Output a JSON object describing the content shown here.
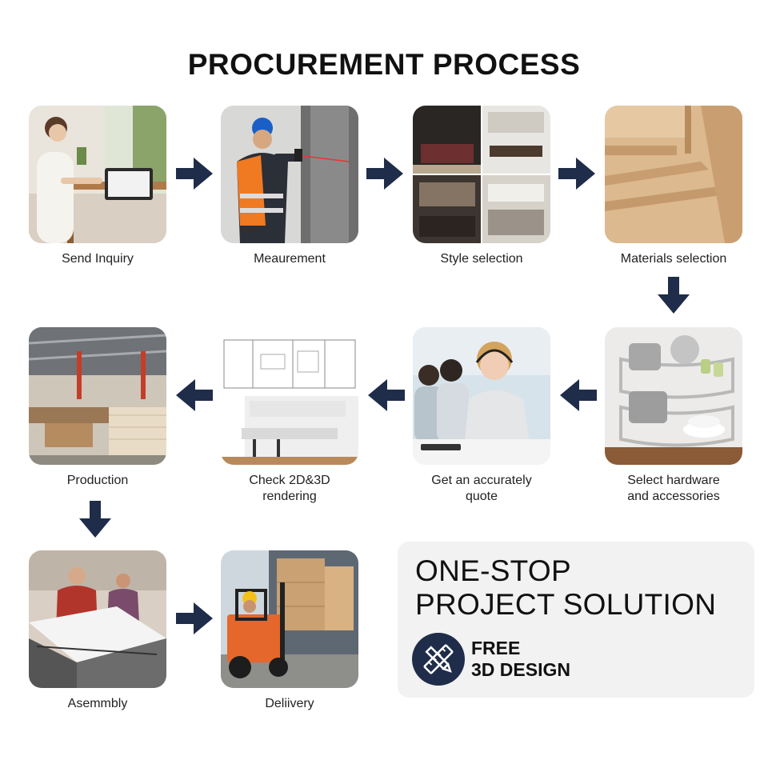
{
  "title": "PROCUREMENT PROCESS",
  "accent_color": "#1f2d4a",
  "steps": [
    {
      "label": "Send Inquiry",
      "icon": "laptop-woman-photo"
    },
    {
      "label": "Meaurement",
      "icon": "laser-measure-worker-photo"
    },
    {
      "label": "Style selection",
      "icon": "kitchen-styles-photo"
    },
    {
      "label": "Materials selection",
      "icon": "mdf-boards-photo"
    },
    {
      "label": "Select hardware\nand accessories",
      "icon": "kitchen-basket-photo"
    },
    {
      "label": "Get an accurately\nquote",
      "icon": "call-center-photo"
    },
    {
      "label": "Check 2D&3D\nrendering",
      "icon": "floorplan-render-photo"
    },
    {
      "label": "Production",
      "icon": "factory-photo"
    },
    {
      "label": "Asemmbly",
      "icon": "assembly-workers-photo"
    },
    {
      "label": "Deliivery",
      "icon": "forklift-truck-photo"
    }
  ],
  "solution": {
    "title": "ONE-STOP\nPROJECT SOLUTION",
    "badge": "FREE\n3D DESIGN",
    "badge_icon": "pencil-ruler-icon"
  }
}
